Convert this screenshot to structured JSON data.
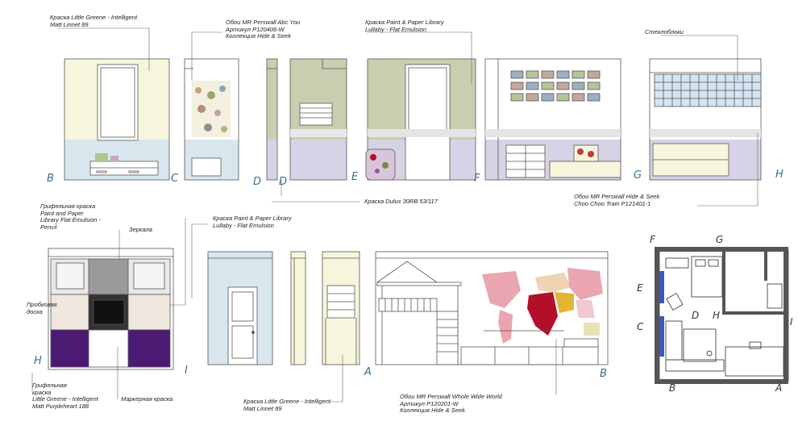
{
  "annotations": {
    "paint_top_left": [
      "Краска Little Greene - Intelligent",
      "Matt Linnet 89"
    ],
    "wallpaper_abc": [
      "Обои MR Perswall Abc You",
      "Артикул P120406-W",
      "Коллекция Hide & Seek"
    ],
    "paint_lullaby_top": [
      "Краска Paint & Paper Library",
      "Lullaby - Flat Emulsion"
    ],
    "glass_blocks": [
      "Стеклоблоки"
    ],
    "paint_dulux": [
      "Краска Dulux 30RB 53/117"
    ],
    "wallpaper_choo": [
      "Обои MR Perswall Hide & Seek",
      "Choo Choo Train P121401-1"
    ],
    "chalk_paint": [
      "Грифельная краска",
      "Paint and Paper",
      "Library Flat Emulsion -",
      "Pencil"
    ],
    "mirrors": [
      "Зеркала"
    ],
    "cork_board": [
      "Пробковая",
      "доска"
    ],
    "chalk_purple": [
      "Грифельная",
      "краска",
      "Little Greene - Intelligent",
      "Matt Purpleheart 188"
    ],
    "marker_paint": [
      "Маркерная краска"
    ],
    "paint_lullaby_mid": [
      "Краска Paint & Paper Library",
      "Lullaby - Flat Emulsion"
    ],
    "paint_linnet_bottom": [
      "Краска Little Greene - Intelligent",
      "Matt Linnet 89"
    ],
    "wallpaper_world": [
      "Обои MR Perswall Whole Wide World",
      "Артикул P120201-W",
      "Коллекция Hide & Seek"
    ]
  },
  "view_letters": {
    "b1": "B",
    "c1": "C",
    "d1": "D",
    "d2": "D",
    "e1": "E",
    "f1": "F",
    "g1": "G",
    "h1": "H",
    "h2": "H",
    "i1": "I",
    "a1": "A",
    "b2": "B"
  },
  "plan_letters": {
    "f": "F",
    "g": "G",
    "e": "E",
    "c": "C",
    "d": "D",
    "h": "H",
    "i": "I",
    "b": "B",
    "a": "A"
  },
  "colors": {
    "cream": "#f7f5dc",
    "sage": "#c8cfb0",
    "lavender": "#d7d3e6",
    "lightblue": "#d8e7ee",
    "purple": "#4b1a73",
    "frame": "#555555",
    "accent_letter": "#3a6f8f",
    "map_red": "#b2102a",
    "map_pink": "#e9a6b0",
    "map_yellow": "#e2b532"
  }
}
